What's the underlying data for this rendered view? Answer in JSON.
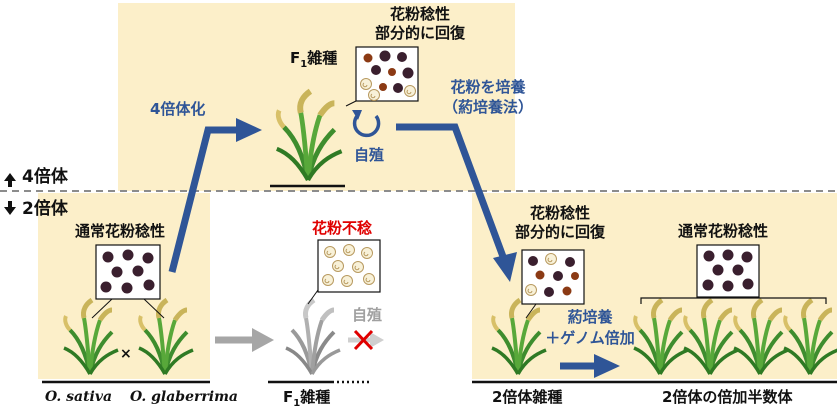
{
  "diagram": {
    "ploidy": {
      "tetraploid": "4倍体",
      "diploid": "2倍体"
    },
    "top": {
      "f1_prefix": "F",
      "f1_sub": "1",
      "f1_suffix": "雑種",
      "fertility_line1": "花粉稔性",
      "fertility_line2": "部分的に回復",
      "self_label": "自殖"
    },
    "left": {
      "doubling_label": "4倍体化",
      "fertility_label": "通常花粉稔性",
      "cross_symbol": "×",
      "parent1": "O. sativa",
      "parent2": "O. glaberrima"
    },
    "middle": {
      "sterile_label": "花粉不稔",
      "self_label": "自殖",
      "f1_prefix": "F",
      "f1_sub": "1",
      "f1_suffix": "雑種"
    },
    "right": {
      "culture_line1": "花粉を培養",
      "culture_line2": "（葯培養法）",
      "fertility_line1": "花粉稔性",
      "fertility_line2": "部分的に回復",
      "normal_fertility": "通常花粉稔性",
      "anther_line1": "葯培養",
      "anther_line2": "＋ゲノム倍加",
      "diploid_hybrid": "2倍体雑種",
      "haploid_label": "2倍体の倍加半数体"
    },
    "colors": {
      "panel": "#fcefc9",
      "arrow_blue": "#2f5597",
      "arrow_grey": "#a6a6a6",
      "red": "#e00000",
      "pollen_dark": "#3a1f2e",
      "pollen_brown": "#8b3a14",
      "pollen_light": "#f8f1d8"
    }
  }
}
